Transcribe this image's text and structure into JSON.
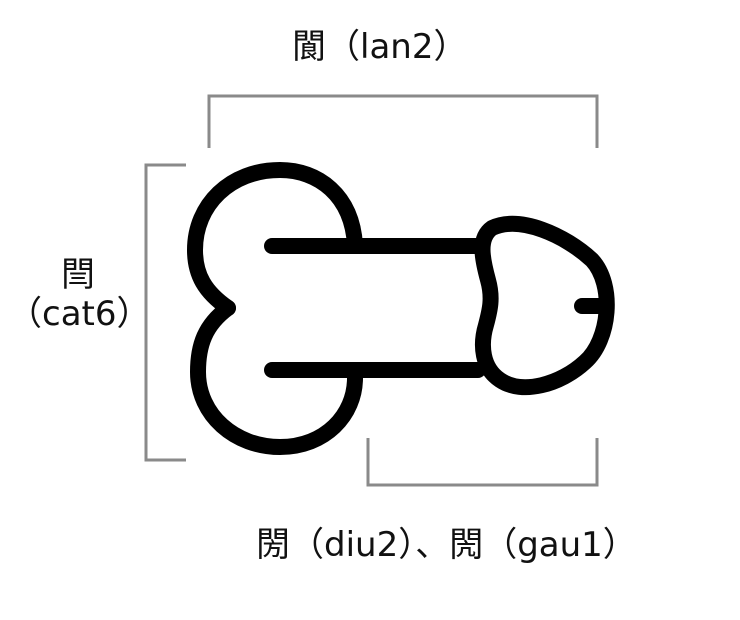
{
  "labels": {
    "top": "閬（lan2）",
    "left_char": "閆",
    "left_reading": "（cat6）",
    "bottom": "閍（diu2）、閌（gau1）"
  },
  "colors": {
    "outline": "#000000",
    "bracket": "#8a8a8a",
    "text": "#111111"
  }
}
